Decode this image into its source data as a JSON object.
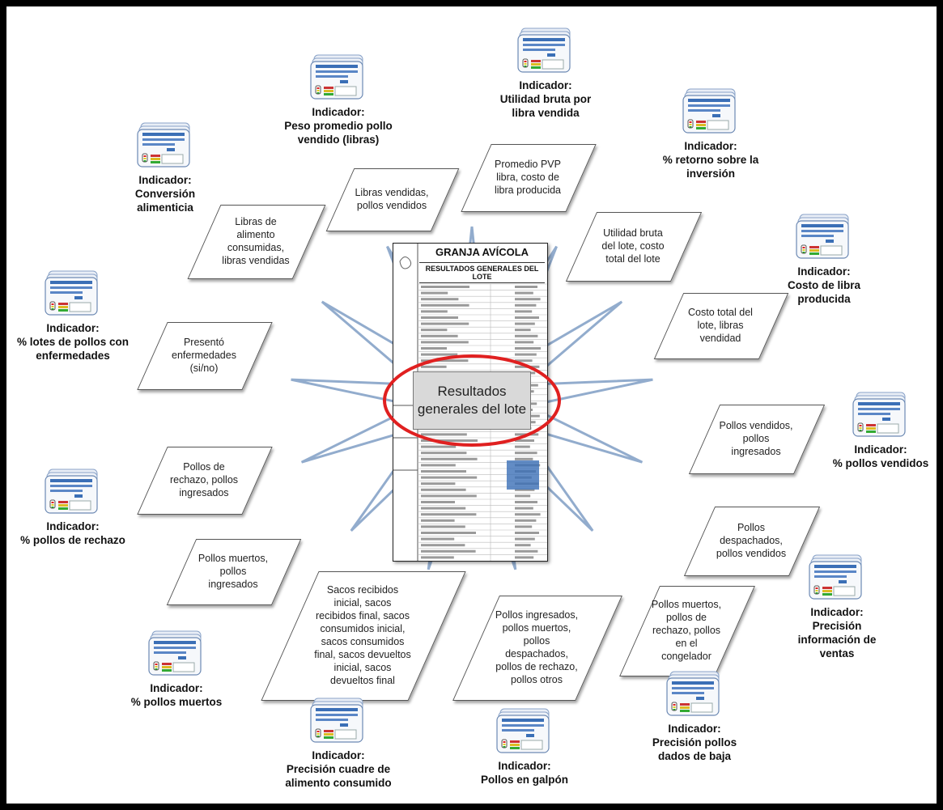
{
  "center": {
    "sheet_title": "GRANJA AVÍCOLA",
    "sheet_subtitle": "RESULTADOS GENERALES DEL LOTE",
    "label": "Resultados\ngenerales del lote"
  },
  "indicators": [
    {
      "id": "peso-promedio",
      "label": "Indicador:\nPeso promedio pollo\nvendido (libras)"
    },
    {
      "id": "utilidad-bruta",
      "label": "Indicador:\nUtilidad bruta por\nlibra vendida"
    },
    {
      "id": "retorno-inversion",
      "label": "Indicador:\n% retorno sobre la\ninversión"
    },
    {
      "id": "conversion",
      "label": "Indicador:\nConversión\nalimenticia"
    },
    {
      "id": "costo-libra",
      "label": "Indicador:\nCosto de libra\nproducida"
    },
    {
      "id": "enfermedades",
      "label": "Indicador:\n% lotes de pollos con\nenfermedades"
    },
    {
      "id": "pollos-vendidos",
      "label": "Indicador:\n% pollos vendidos"
    },
    {
      "id": "rechazo",
      "label": "Indicador:\n% pollos de rechazo"
    },
    {
      "id": "precision-ventas",
      "label": "Indicador:\nPrecisión\ninformación de\nventas"
    },
    {
      "id": "pollos-muertos",
      "label": "Indicador:\n% pollos muertos"
    },
    {
      "id": "precision-baja",
      "label": "Indicador:\nPrecisión pollos\ndados de baja"
    },
    {
      "id": "precision-alimento",
      "label": "Indicador:\nPrecisión cuadre de\nalimento consumido"
    },
    {
      "id": "pollos-galpon",
      "label": "Indicador:\nPollos en galpón"
    }
  ],
  "inputs": [
    {
      "id": "libras-pollos",
      "text": "Libras vendidas,\npollos vendidos"
    },
    {
      "id": "promedio-pvp",
      "text": "Promedio PVP\nlibra, costo de\nlibra producida"
    },
    {
      "id": "libras-alimento",
      "text": "Libras de\nalimento\nconsumidas,\nlibras vendidas"
    },
    {
      "id": "utilidad-lote",
      "text": "Utilidad bruta\ndel lote, costo\ntotal del lote"
    },
    {
      "id": "costo-total",
      "text": "Costo total del\nlote, libras\nvendidad"
    },
    {
      "id": "presento-enf",
      "text": "Presentó\nenfermedades\n(si/no)"
    },
    {
      "id": "vendidos-ingresados",
      "text": "Pollos vendidos,\npollos\ningresados"
    },
    {
      "id": "rechazo-ingresados",
      "text": "Pollos de\nrechazo, pollos\ningresados"
    },
    {
      "id": "despachados-vendidos",
      "text": "Pollos\ndespachados,\npollos vendidos"
    },
    {
      "id": "muertos-ingresados",
      "text": "Pollos muertos,\npollos\ningresados"
    },
    {
      "id": "sacos",
      "text": "Sacos recibidos\ninicial, sacos\nrecibidos final, sacos\nconsumidos inicial,\nsacos consumidos\nfinal, sacos devueltos\ninicial, sacos\ndevueltos final"
    },
    {
      "id": "ingresados-muertos",
      "text": "Pollos ingresados,\npollos muertos,\npollos\ndespachados,\npollos de rechazo,\npollos otros"
    },
    {
      "id": "muertos-congelador",
      "text": "Pollos muertos,\npollos de\nrechazo, pollos\nen el\ncongelador"
    }
  ],
  "colors": {
    "ray": "#7f9ec4",
    "ellipse": "#e02020",
    "icon_blue": "#3b6fb6"
  }
}
